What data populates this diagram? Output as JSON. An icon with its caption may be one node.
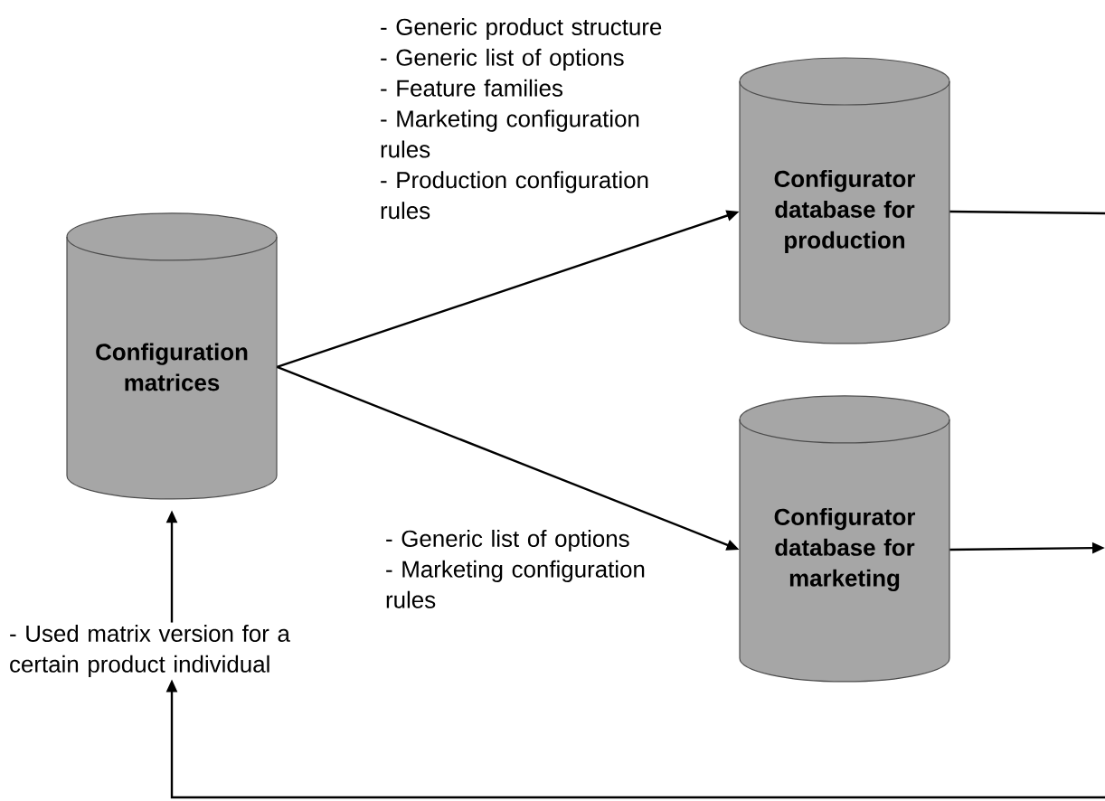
{
  "diagram": {
    "nodes": [
      {
        "text": [
          "Configuration matrices"
        ]
      },
      {
        "text": [
          "Configurator database for production"
        ]
      },
      {
        "text": [
          "Configurator database for marketing"
        ]
      },
      {
        "text": [
          "- Used matrix version for a certain product individual"
        ]
      }
    ],
    "edges": [
      {
        "from": 0,
        "to": 1,
        "arrow": "to"
      },
      {
        "from": 0,
        "to": 2,
        "arrow": "to"
      },
      {
        "from": 3,
        "to": 0,
        "arrow": "to"
      },
      {
        "from": null,
        "to": 3,
        "arrow": "to"
      },
      {
        "from": 1,
        "to": null,
        "arrow": "none"
      },
      {
        "from": 2,
        "to": null,
        "arrow": "to"
      }
    ],
    "labels": [
      "- Generic product structure",
      "- Generic list of options",
      "- Feature families",
      "- Marketing configuration rules",
      "- Production configuration rules",
      "- Generic list of options",
      "- Marketing configuration rules"
    ]
  }
}
